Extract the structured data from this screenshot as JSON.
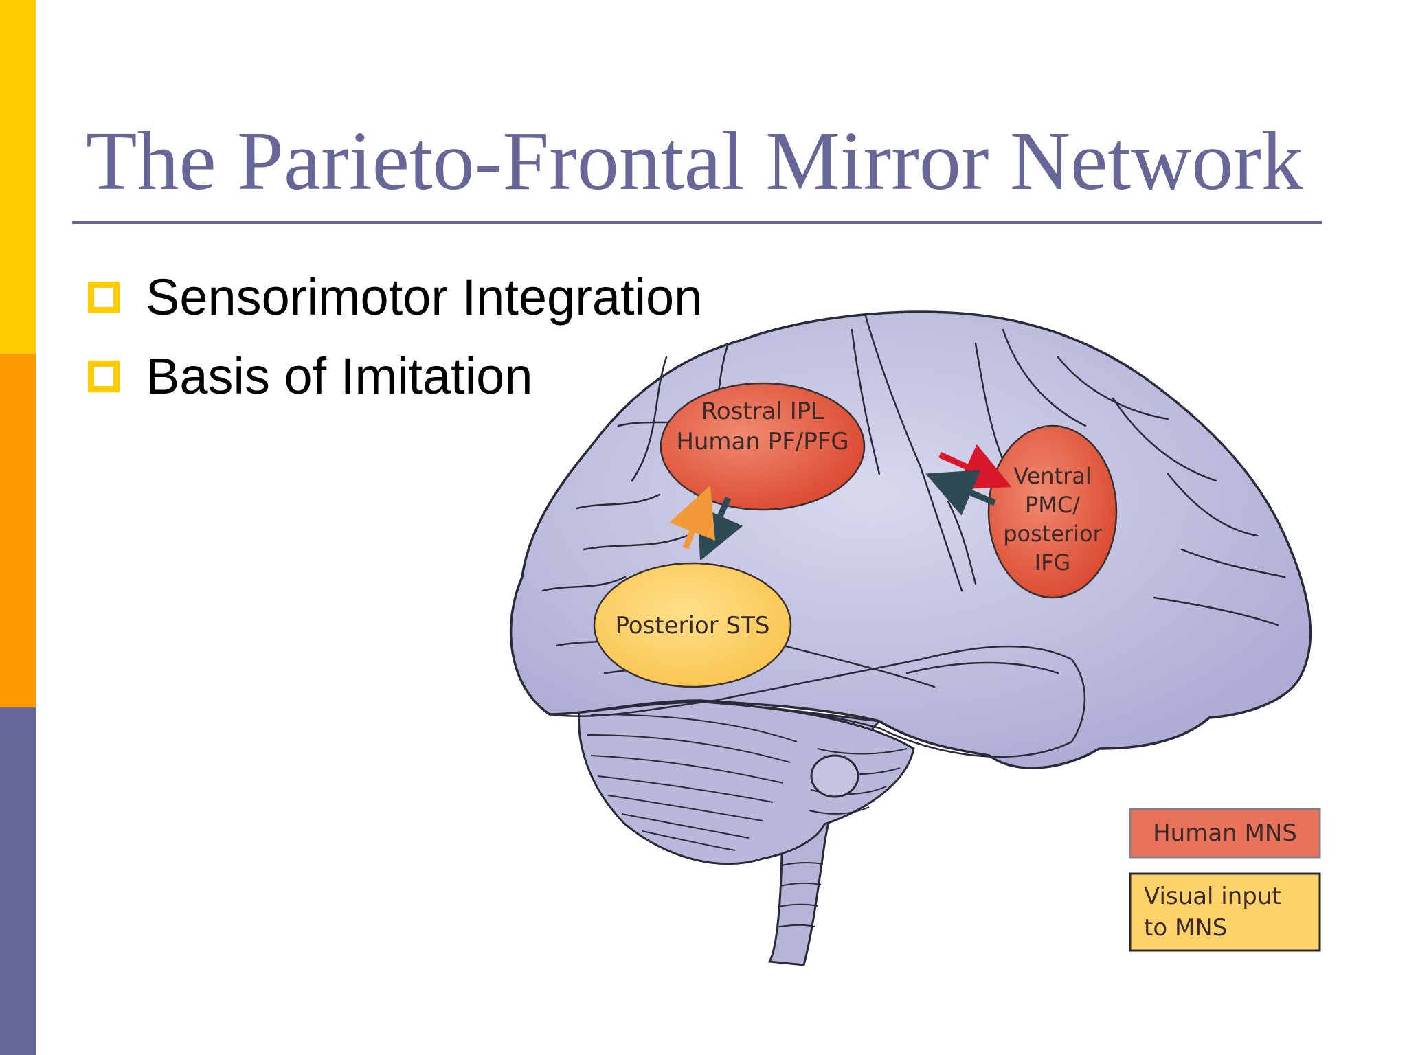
{
  "slide": {
    "title": "The Parieto-Frontal Mirror Network",
    "bullets": [
      "Sensorimotor Integration",
      "Basis of Imitation"
    ]
  },
  "diagram": {
    "regions": {
      "rostral_ipl": {
        "line1": "Rostral IPL",
        "line2": "Human PF/PFG"
      },
      "ventral_pmc": {
        "line1": "Ventral",
        "line2": "PMC/",
        "line3": "posterior",
        "line4": "IFG"
      },
      "posterior_sts": {
        "label": "Posterior STS"
      }
    },
    "legend": {
      "human_mns": "Human MNS",
      "visual_input_line1": "Visual input",
      "visual_input_line2": "to MNS"
    },
    "colors": {
      "brain_fill": "#B9B9DC",
      "human_mns": "#E2583B",
      "visual_input": "#FFCC55",
      "arrow_red": "#D8182A",
      "arrow_orange": "#F29A3A",
      "arrow_dark": "#2E4A55",
      "accent_gold": "#FFCC00",
      "accent_orange": "#FF9900",
      "accent_purple": "#666699"
    }
  }
}
